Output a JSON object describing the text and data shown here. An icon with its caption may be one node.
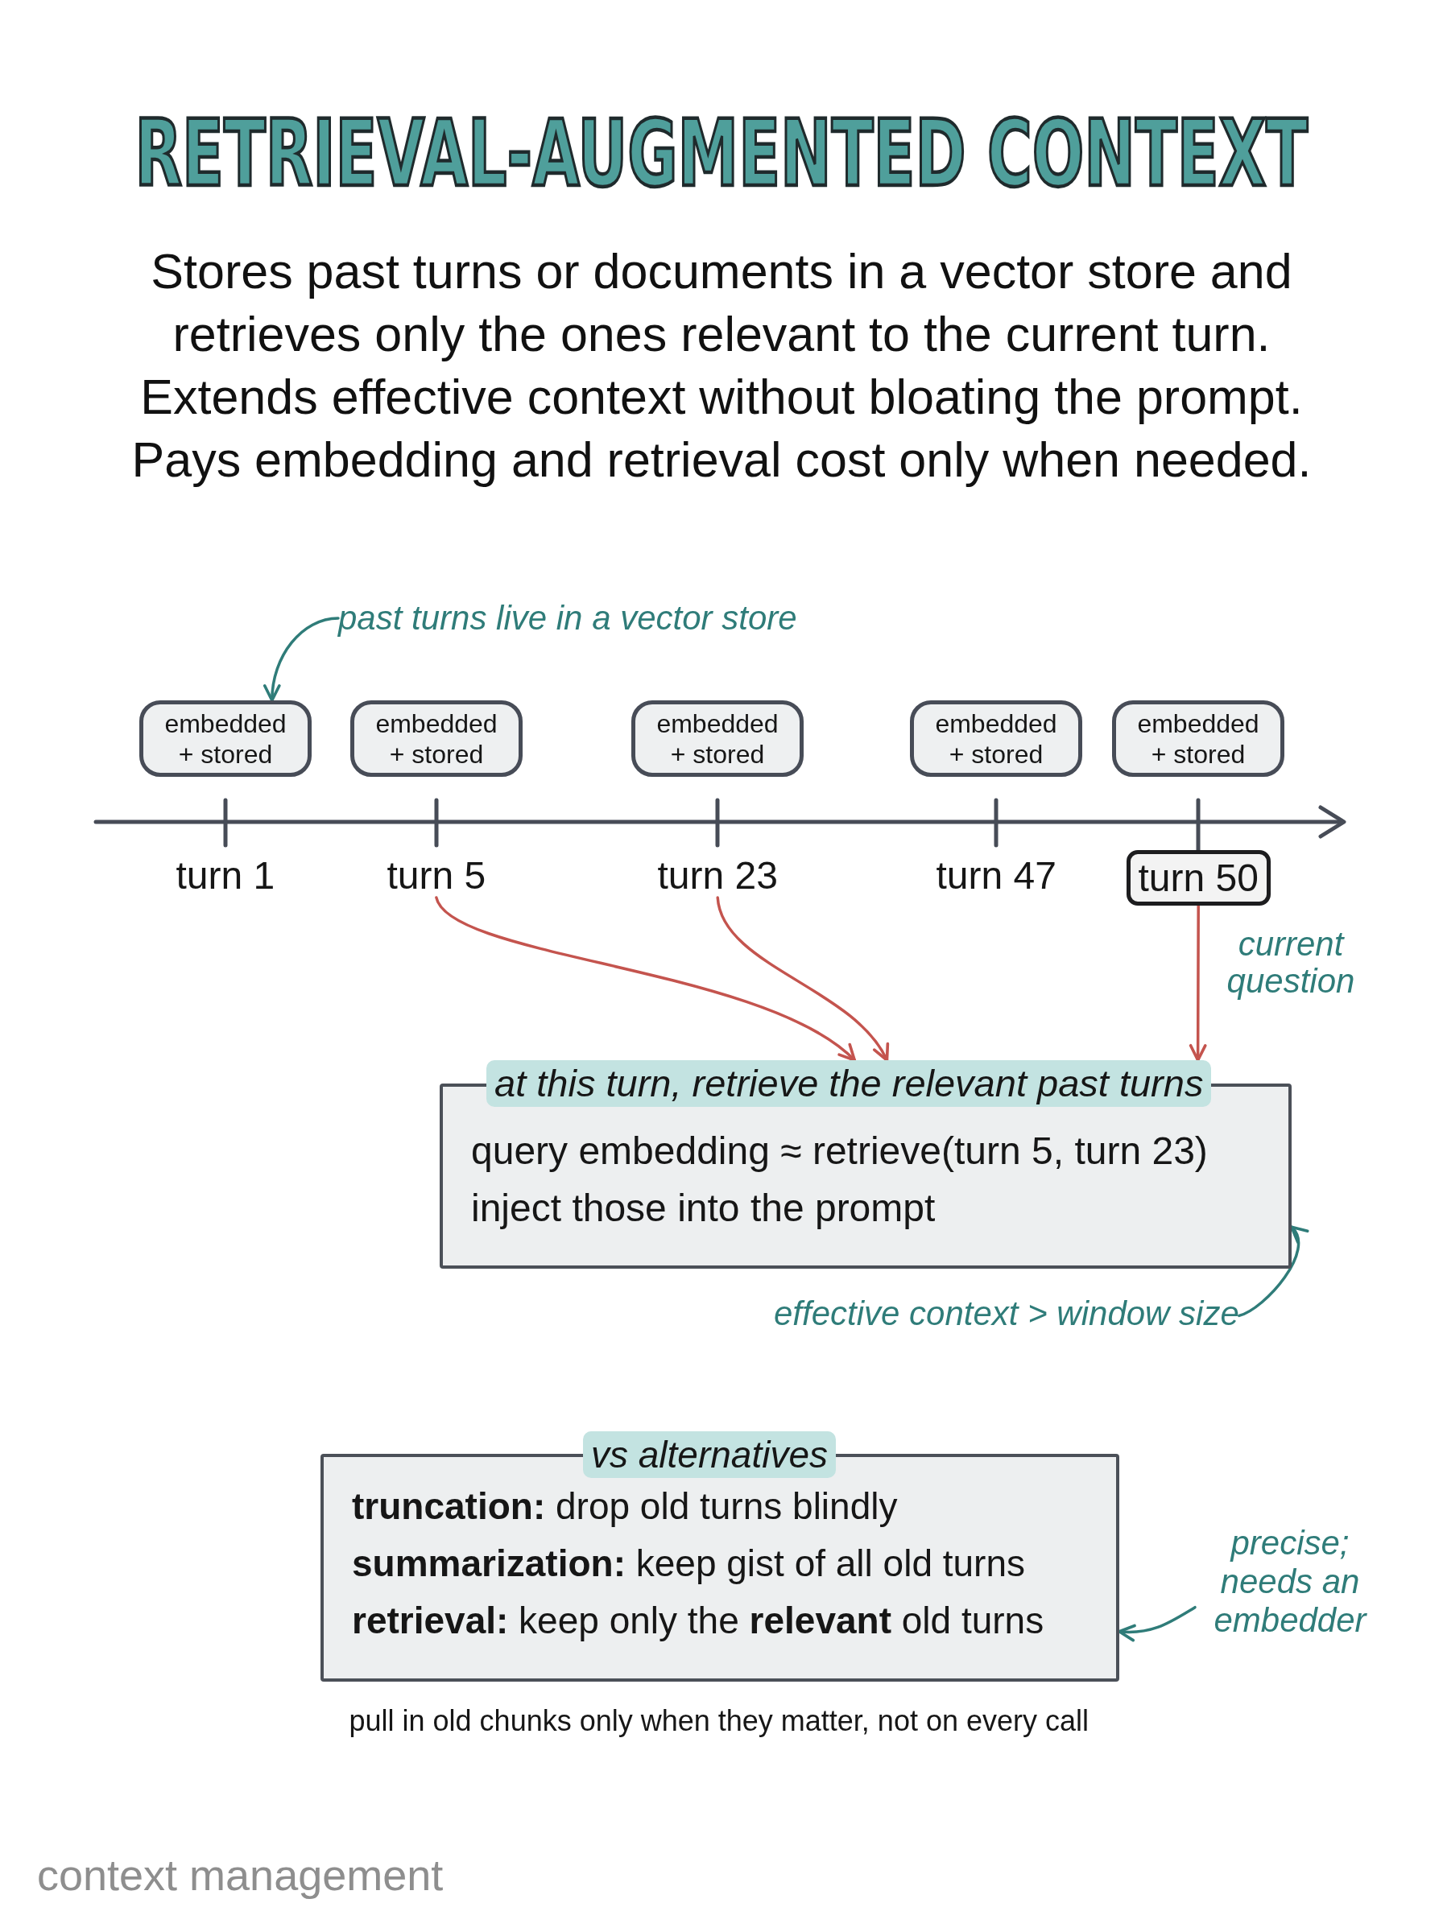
{
  "diagram": {
    "title": "RETRIEVAL-AUGMENTED CONTEXT",
    "nodes": [
      {
        "text": [
          "past turns live in a vector store"
        ]
      },
      {
        "text": [
          "embedded + stored"
        ]
      },
      {
        "text": [
          "embedded + stored"
        ]
      },
      {
        "text": [
          "embedded + stored"
        ]
      },
      {
        "text": [
          "embedded + stored"
        ]
      },
      {
        "text": [
          "embedded + stored"
        ]
      },
      {
        "text": [
          "turn 5"
        ]
      },
      {
        "text": [
          "turn 23"
        ]
      },
      {
        "text": [
          "turn 50"
        ]
      },
      {
        "text": [
          "at this turn, retrieve the relevant past turns",
          "query embedding ≈ retrieve(turn 5, turn 23)",
          "inject those into the prompt"
        ]
      },
      {
        "text": [
          "effective context > window size"
        ]
      },
      {
        "text": [
          "vs alternatives",
          "**truncation:** drop old turns blindly",
          "**summarization:** keep gist of all old turns",
          "**retrieval:** keep only the **relevant** old turns"
        ],
        "beside": [
          "pull in old chunks only when they matter, not on every call"
        ]
      },
      {
        "text": [
          "precise; needs an embedder"
        ]
      }
    ],
    "edges": [
      {
        "from": 0,
        "to": 1,
        "arrow": "to",
        "color": "#2f7c79"
      },
      {
        "from": 6,
        "to": 9,
        "arrow": "to",
        "color": "#c4544e"
      },
      {
        "from": 7,
        "to": 9,
        "arrow": "to",
        "color": "#c4544e"
      },
      {
        "from": 8,
        "to": 9,
        "arrow": "to",
        "color": "#c4544e",
        "label": "current question"
      },
      {
        "from": 10,
        "to": 9,
        "arrow": "to",
        "color": "#2f7c79"
      },
      {
        "from": 12,
        "to": 11,
        "arrow": "to",
        "color": "#2f7c79"
      }
    ],
    "labels": [
      "Stores past turns or documents in a vector store and retrieves only the ones relevant to the current turn. Extends effective context without bloating the prompt. Pays embedding and retrieval cost only when needed.",
      "turn 1",
      "turn 47",
      "context management"
    ]
  }
}
